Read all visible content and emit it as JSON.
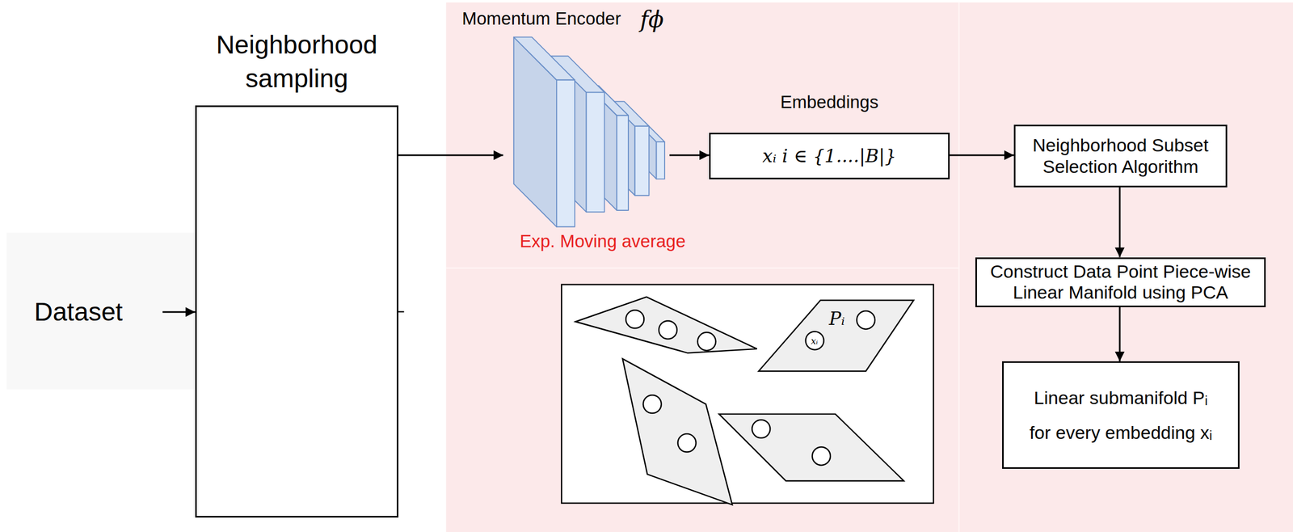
{
  "diagram": {
    "nodes": [
      {
        "text": [
          "Dataset"
        ]
      },
      {
        "text": [
          "Neighborhood sampling"
        ]
      },
      {
        "text": [
          "Momentum Encoder",
          "fϕ",
          "Exp. Moving average"
        ]
      },
      {
        "text": [
          "Embeddings",
          "xᵢ i ∈ {1....|B|}"
        ]
      },
      {
        "text": [
          "Neighborhood Subset Selection Algorithm"
        ]
      },
      {
        "text": [
          "Construct Data Point Piece-wise Linear Manifold using PCA"
        ]
      },
      {
        "text": [
          "Linear submanifold Pᵢ for every embedding xᵢ"
        ]
      }
    ],
    "edges": [
      {
        "from": 0,
        "to": 1,
        "arrow": "to"
      },
      {
        "from": 1,
        "to": 2,
        "arrow": "to"
      },
      {
        "from": 2,
        "to": 3,
        "arrow": "to"
      },
      {
        "from": 3,
        "to": 4,
        "arrow": "to"
      },
      {
        "from": 4,
        "to": 5,
        "arrow": "to"
      },
      {
        "from": 5,
        "to": 6,
        "arrow": "to"
      }
    ],
    "labels": [
      "Pᵢ",
      "xᵢ"
    ]
  }
}
